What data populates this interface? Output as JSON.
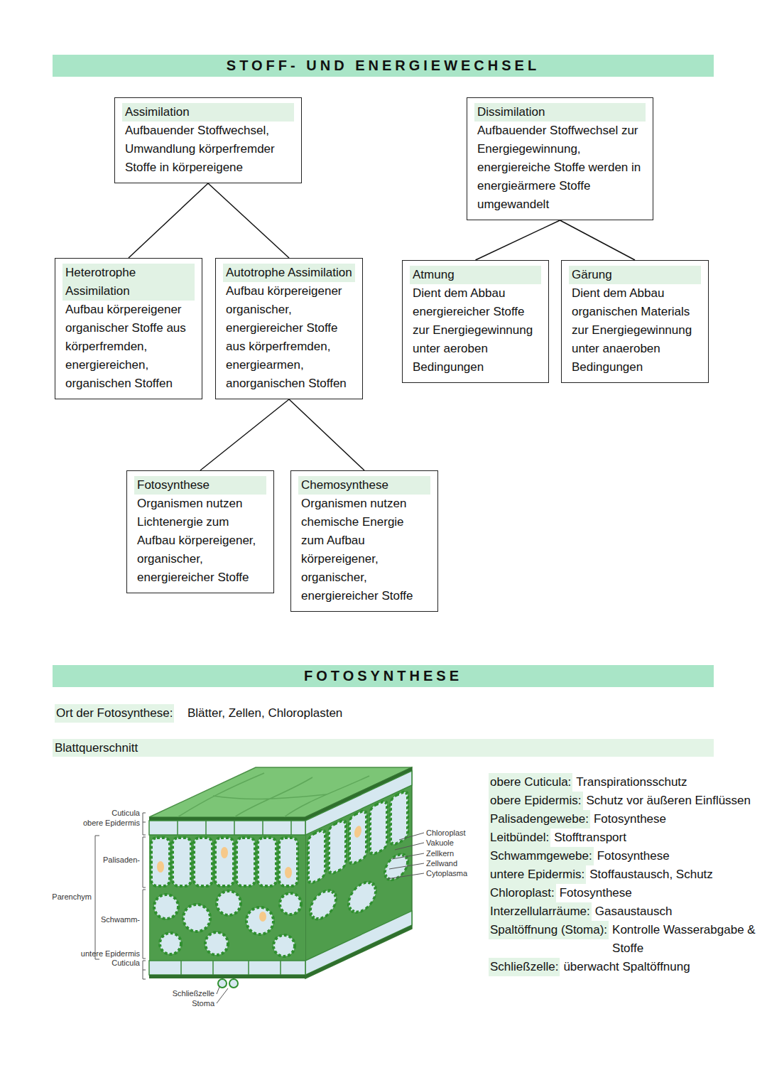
{
  "diagram": {
    "nodes": [
      {
        "text": [
          "STOFF- UND ENERGIEWECHSEL"
        ]
      },
      {
        "text": [
          "Assimilation",
          "Aufbauender Stoffwechsel, Umwandlung körperfremder Stoffe in körpereigene"
        ]
      },
      {
        "text": [
          "Dissimilation",
          "Aufbauender Stoffwechsel zur Energiegewinnung, energiereiche Stoffe werden in energieärmere Stoffe umgewandelt"
        ]
      },
      {
        "text": [
          "Heterotrophe Assimilation",
          "Aufbau körpereigener organischer Stoffe aus körperfremden, energiereichen, organischen Stoffen"
        ]
      },
      {
        "text": [
          "Autotrophe Assimilation",
          "Aufbau körpereigener organischer, energiereicher Stoffe aus körperfremden, energiearmen, anorganischen Stoffen"
        ]
      },
      {
        "text": [
          "Atmung",
          "Dient dem Abbau energiereicher Stoffe zur Energiegewinnung unter aeroben Bedingungen"
        ]
      },
      {
        "text": [
          "Gärung",
          "Dient dem Abbau organischen Materials zur Energiegewinnung unter anaeroben Bedingungen"
        ]
      },
      {
        "text": [
          "Fotosynthese",
          "Organismen nutzen Lichtenergie zum Aufbau körpereigener, organischer, energiereicher Stoffe"
        ]
      },
      {
        "text": [
          "Chemosynthese",
          "Organismen nutzen chemische Energie zum Aufbau körpereigener, organischer, energiereicher Stoffe"
        ]
      },
      {
        "text": [
          "FOTOSYNTHESE"
        ]
      },
      {
        "text": [
          "Blattquerschnitt"
        ]
      }
    ],
    "edges": [
      {
        "from": 1,
        "to": 3,
        "arrow": "none"
      },
      {
        "from": 1,
        "to": 4,
        "arrow": "none"
      },
      {
        "from": 2,
        "to": 5,
        "arrow": "none"
      },
      {
        "from": 2,
        "to": 6,
        "arrow": "none"
      },
      {
        "from": 4,
        "to": 7,
        "arrow": "none"
      },
      {
        "from": 4,
        "to": 8,
        "arrow": "none"
      }
    ],
    "labels": [
      "Ort der Fotosynthese:",
      "Blätter, Zellen, Chloroplasten",
      "Cuticula",
      "obere Epidermis",
      "Palisaden-",
      "Parenchym",
      "Schwamm-",
      "untere Epidermis",
      "Cuticula",
      "Schließzelle",
      "Stoma",
      "Chloroplast",
      "Vakuole",
      "Zellkern",
      "Zellwand",
      "Cytoplasma",
      "obere Cuticula:",
      "Transpirationsschutz",
      "obere Epidermis:",
      "Schutz vor äußeren Einflüssen",
      "Palisadengewebe:",
      "Fotosynthese",
      "Leitbündel:",
      "Stofftransport",
      "Schwammgewebe:",
      "Fotosynthese",
      "untere Epidermis:",
      "Stoffaustausch, Schutz",
      "Chloroplast:",
      "Fotosynthese",
      "Interzellularräume:",
      "Gasaustausch",
      "Spaltöffnung (Stoma):",
      "Kontrolle Wasserabgabe & Stoffe",
      "Schließzelle:",
      "überwacht Spaltöffnung"
    ]
  }
}
